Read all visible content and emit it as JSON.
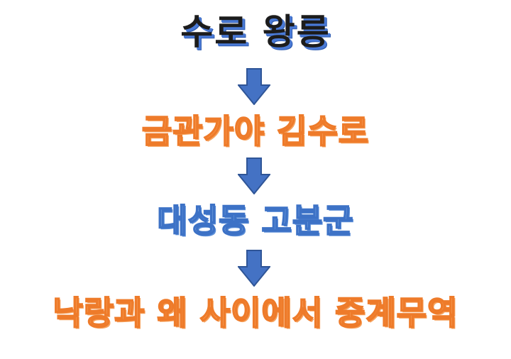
{
  "steps": [
    {
      "label": "수로 왕릉"
    },
    {
      "label": "금관가야 김수로"
    },
    {
      "label": "대성동 고분군"
    },
    {
      "label": "낙랑과 왜 사이에서 중계무역"
    }
  ],
  "colors": {
    "arrow_fill": "#4472c4",
    "arrow_stroke": "#2f5597",
    "orange_text": "#ee7b2a",
    "blue_text": "#3d72c6",
    "dark_text": "#1c1c1c"
  },
  "icons": {
    "arrow": "arrow-down-icon"
  }
}
